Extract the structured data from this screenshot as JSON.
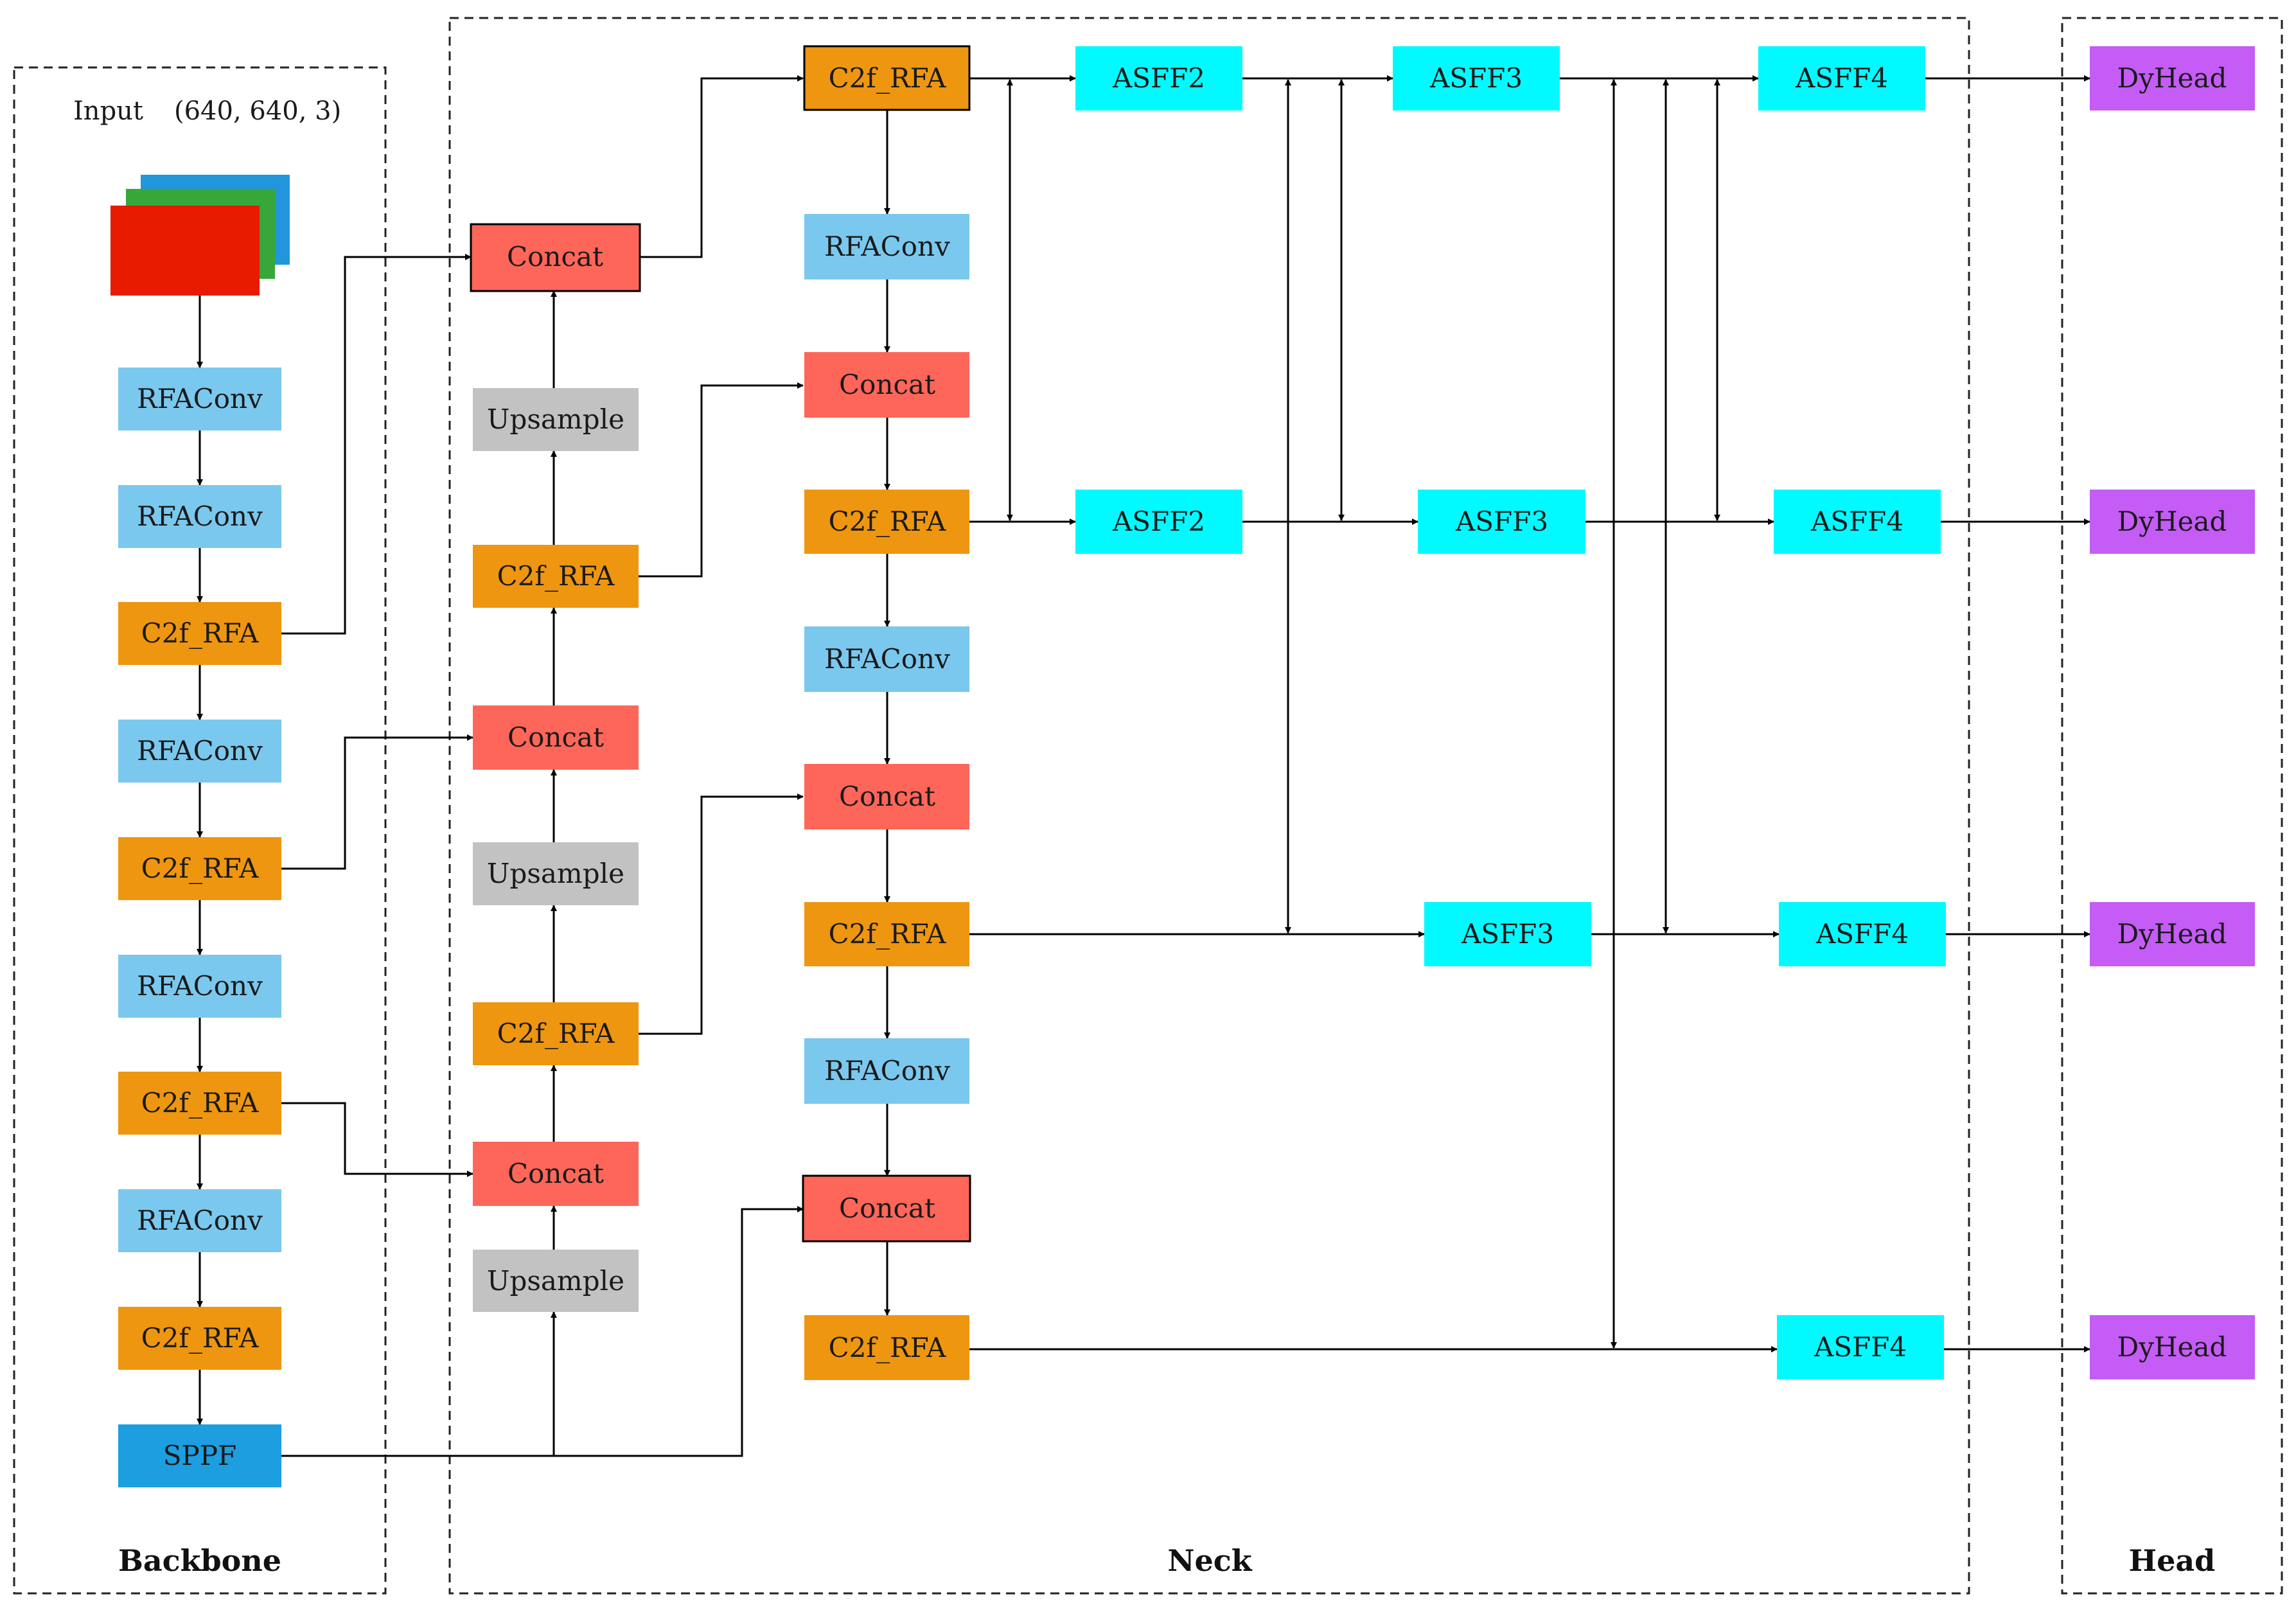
{
  "input": {
    "label": "Input",
    "shape": "(640, 640, 3)"
  },
  "sections": {
    "backbone": "Backbone",
    "neck": "Neck",
    "head": "Head"
  },
  "colors": {
    "rfaconv": "#7ac8ee",
    "c2f_rfa": "#ee9610",
    "concat": "#fd6659",
    "upsample": "#c2c2c2",
    "asff": "#00faff",
    "dyhead": "#c45cf5",
    "sppf": "#1c9ee0",
    "input_red": "#e81a00",
    "input_green": "#38a73a",
    "input_blue": "#2196dc"
  },
  "nodes": {
    "b_rfaconv1": "RFAConv",
    "b_rfaconv2": "RFAConv",
    "b_c2f1": "C2f_RFA",
    "b_rfaconv3": "RFAConv",
    "b_c2f2": "C2f_RFA",
    "b_rfaconv4": "RFAConv",
    "b_c2f3": "C2f_RFA",
    "b_rfaconv5": "RFAConv",
    "b_c2f4": "C2f_RFA",
    "b_sppf": "SPPF",
    "n1_concat1": "Concat",
    "n1_upsample1": "Upsample",
    "n1_c2f1": "C2f_RFA",
    "n1_concat2": "Concat",
    "n1_upsample2": "Upsample",
    "n1_c2f2": "C2f_RFA",
    "n1_concat3": "Concat",
    "n1_upsample3": "Upsample",
    "n2_c2f1": "C2f_RFA",
    "n2_rfaconv1": "RFAConv",
    "n2_concat1": "Concat",
    "n2_c2f2": "C2f_RFA",
    "n2_rfaconv2": "RFAConv",
    "n2_concat2": "Concat",
    "n2_c2f3": "C2f_RFA",
    "n2_rfaconv3": "RFAConv",
    "n2_concat3": "Concat",
    "n2_c2f4": "C2f_RFA",
    "asff2_r1": "ASFF2",
    "asff2_r2": "ASFF2",
    "asff3_r1": "ASFF3",
    "asff3_r2": "ASFF3",
    "asff3_r3": "ASFF3",
    "asff4_r1": "ASFF4",
    "asff4_r2": "ASFF4",
    "asff4_r3": "ASFF4",
    "asff4_r4": "ASFF4",
    "dyhead1": "DyHead",
    "dyhead2": "DyHead",
    "dyhead3": "DyHead",
    "dyhead4": "DyHead"
  }
}
